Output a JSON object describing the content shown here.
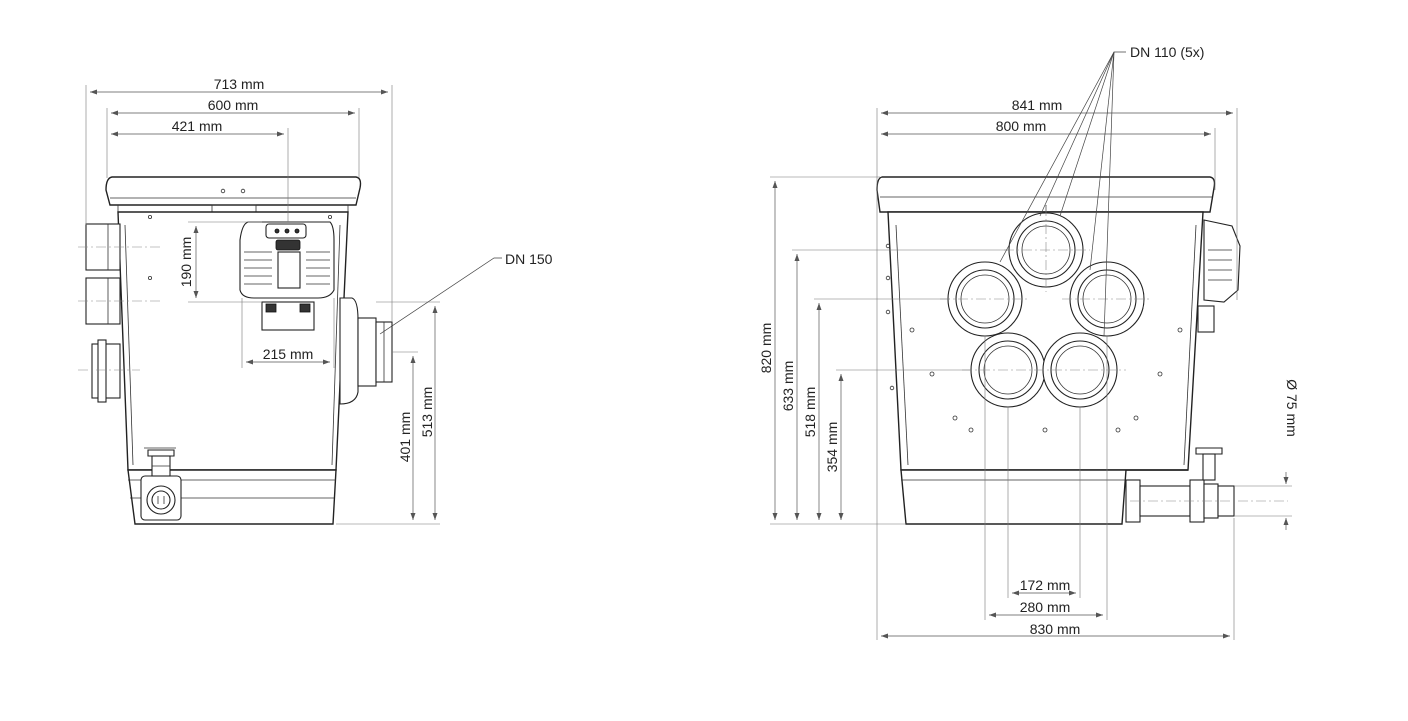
{
  "side_view": {
    "overall_width": "713 mm",
    "lid_width": "600 mm",
    "pump_offset": "421 mm",
    "pump_height": "190 mm",
    "pump_width": "215 mm",
    "outlet_label": "DN 150",
    "outlet_center_height": "401 mm",
    "outlet_top_height": "513 mm"
  },
  "front_view": {
    "inlets_label": "DN 110 (5x)",
    "overall_width": "841 mm",
    "lid_width": "800 mm",
    "total_height": "820 mm",
    "inlet_top_height": "633 mm",
    "inlet_mid_height": "518 mm",
    "inlet_low_height": "354 mm",
    "drain_diameter": "Ø 75 mm",
    "lower_inlet_spacing": "172 mm",
    "inlet_spacing": "280 mm",
    "base_width": "830 mm"
  },
  "colors": {
    "line": "#222222",
    "dimension": "#555555",
    "fill": "#ffffff"
  },
  "icons": [
    "logo-badge",
    "electrical-socket",
    "valve-tap"
  ]
}
